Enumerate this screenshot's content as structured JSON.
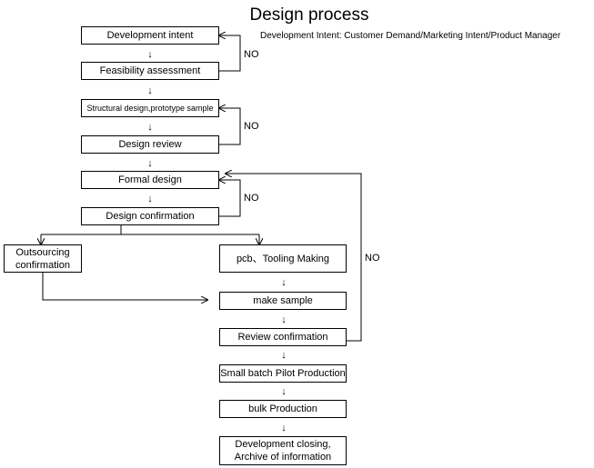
{
  "title": "Design process",
  "subtitle": "Development Intent: Customer Demand/Marketing Intent/Product Manager",
  "steps": {
    "development_intent": "Development intent",
    "feasibility_assessment": "Feasibility assessment",
    "structural_design": "Structural design,prototype sample",
    "design_review": "Design review",
    "formal_design": "Formal design",
    "design_confirmation": "Design confirmation",
    "outsourcing_confirmation": "Outsourcing\nconfirmation",
    "pcb_tooling": "pcb、Tooling Making",
    "make_sample": "make sample",
    "review_confirmation": "Review confirmation",
    "pilot_production": "Small batch Pilot Production",
    "bulk_production": "bulk Production",
    "development_closing": "Development closing,\nArchive of information"
  },
  "down_arrow": "↓",
  "loop_labels": {
    "no_1": "NO",
    "no_2": "NO",
    "no_3": "NO",
    "no_4": "NO"
  }
}
